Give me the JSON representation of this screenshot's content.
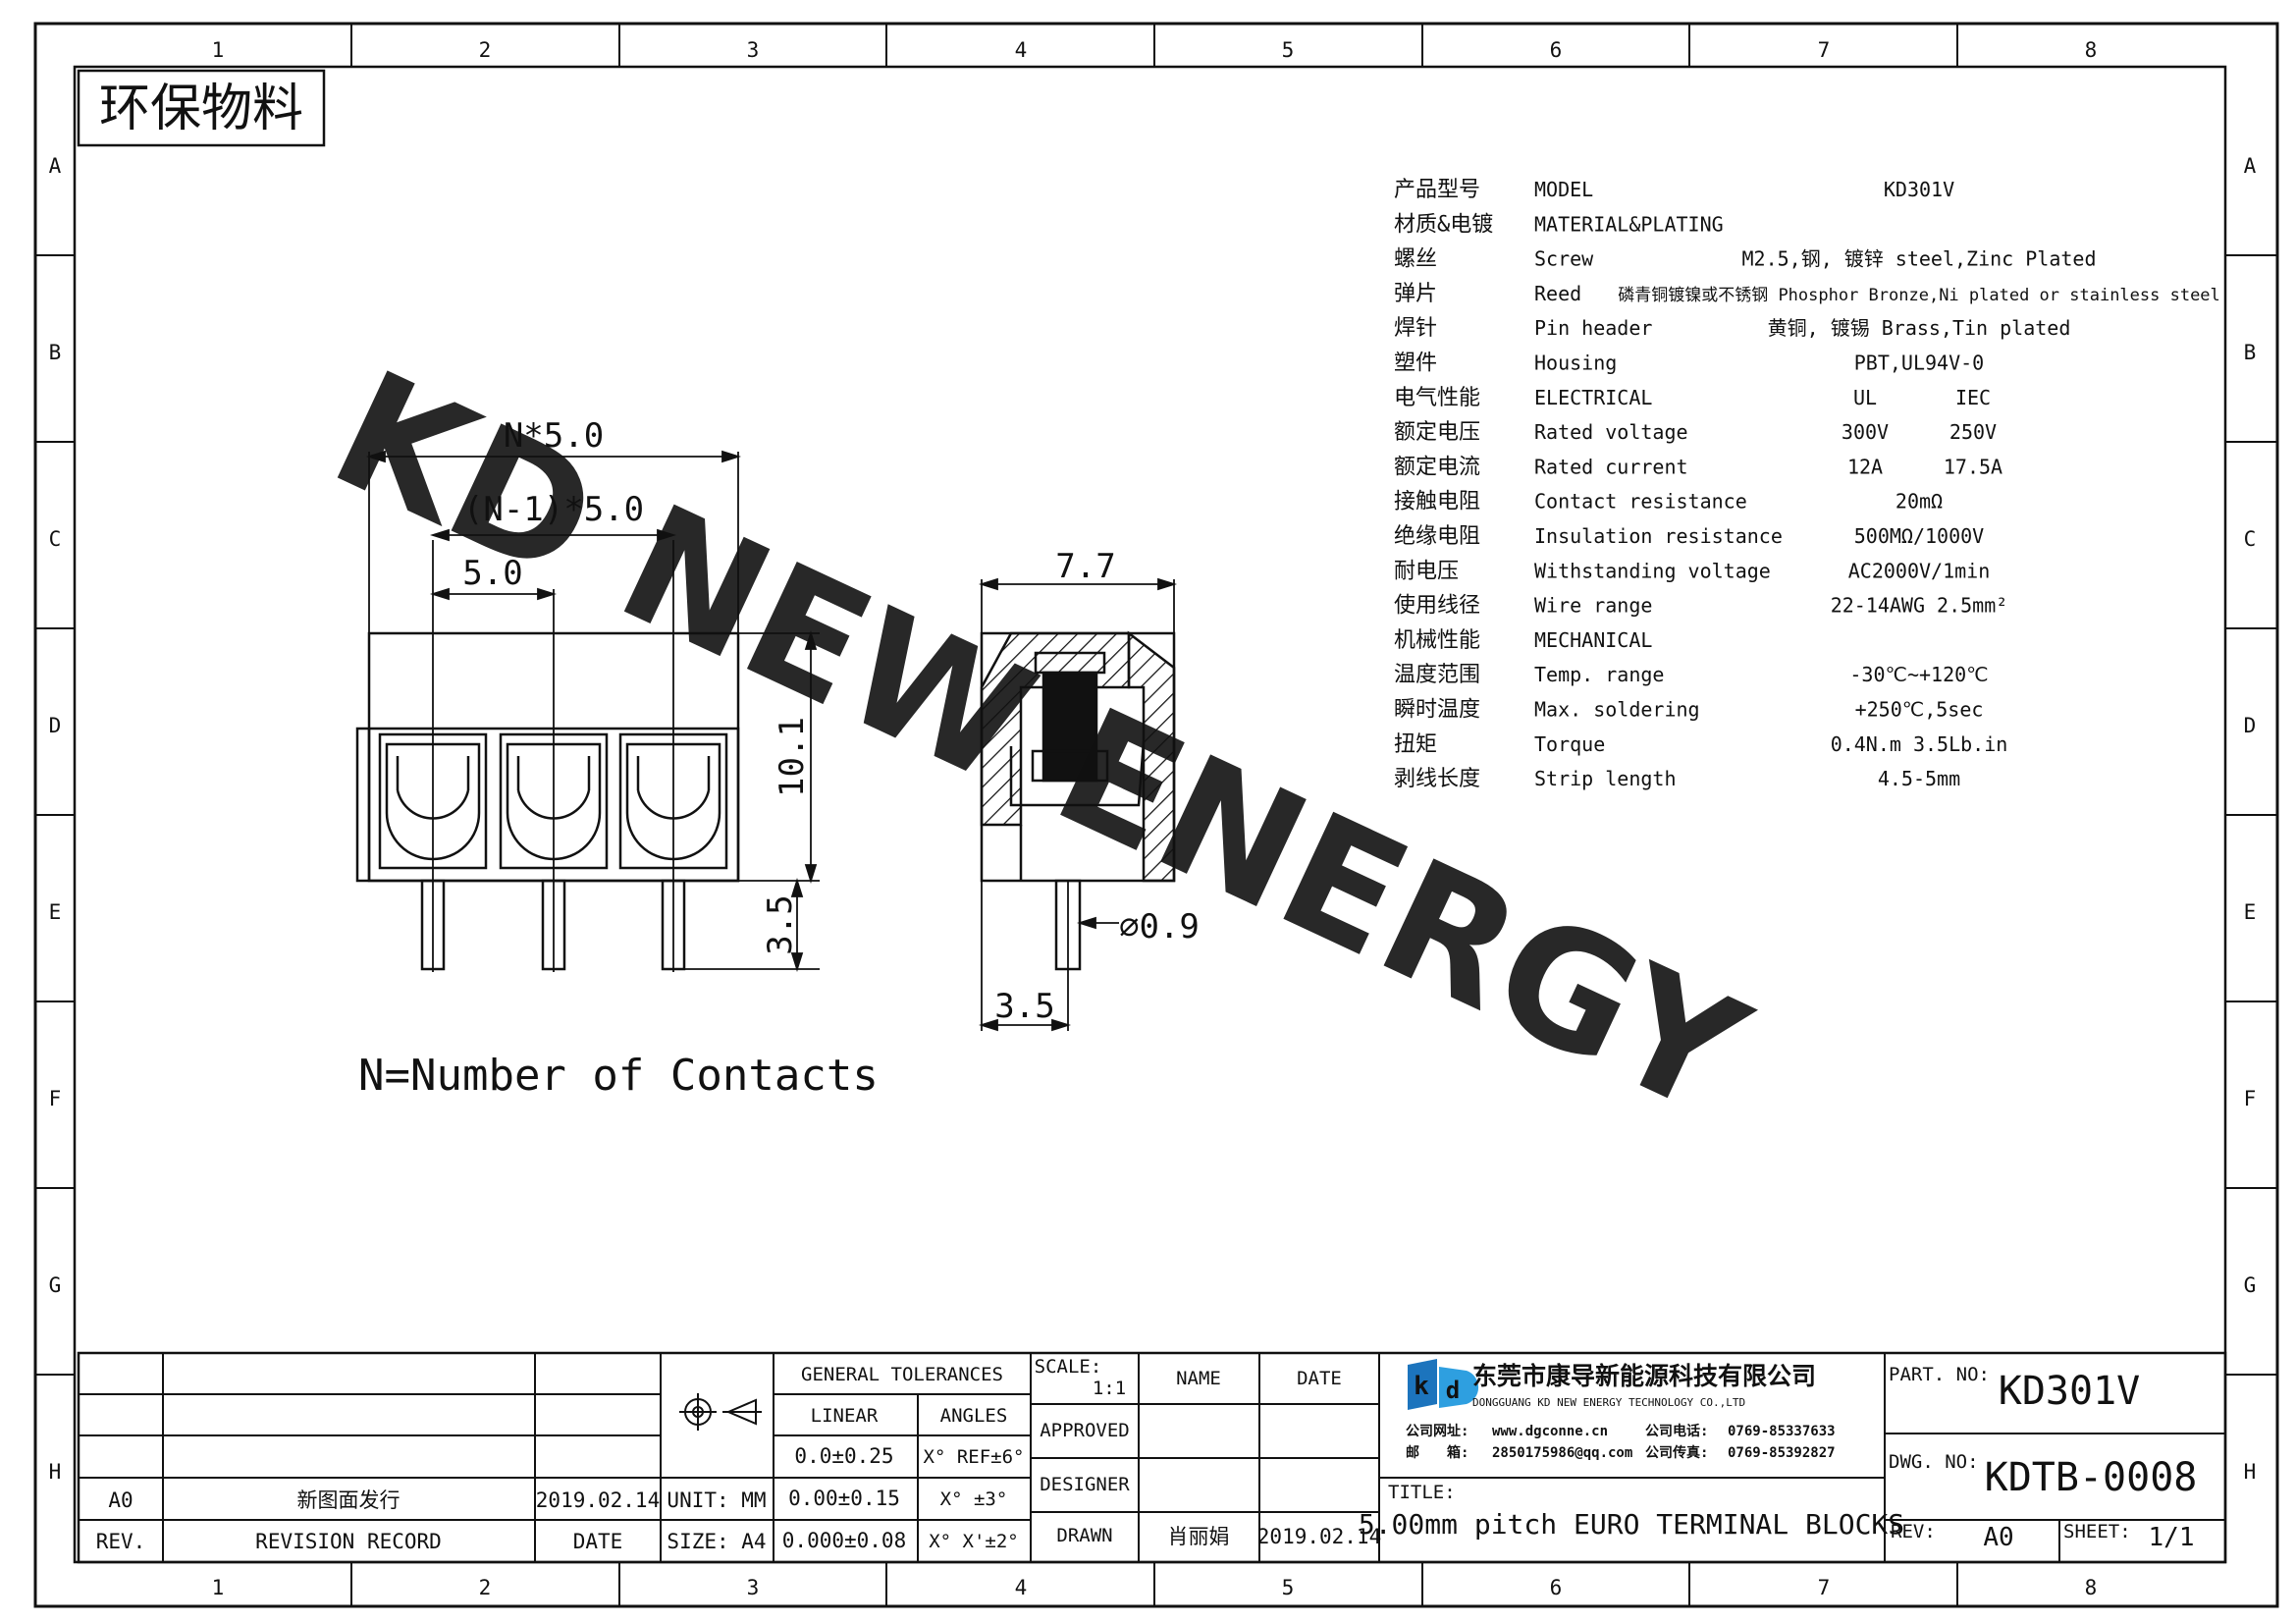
{
  "header": {
    "badge": "环保物料",
    "watermark": "KD NEW ENERGY"
  },
  "grid": {
    "columns": [
      "1",
      "2",
      "3",
      "4",
      "5",
      "6",
      "7",
      "8"
    ],
    "rows": [
      "A",
      "B",
      "C",
      "D",
      "E",
      "F",
      "G",
      "H"
    ]
  },
  "dimensions": {
    "n_pitch": "N*5.0",
    "n1_pitch": "(N-1)*5.0",
    "pitch": "5.0",
    "height": "10.1",
    "pin_len": "3.5",
    "depth": "7.7",
    "pin_dia": "⌀0.9",
    "pin_offset": "3.5"
  },
  "note": "N=Number of Contacts",
  "specs": [
    {
      "cn": "产品型号",
      "en": "MODEL",
      "val": "KD301V",
      "val2": ""
    },
    {
      "cn": "材质&电镀",
      "en": "MATERIAL&PLATING",
      "val": "",
      "val2": ""
    },
    {
      "cn": "螺丝",
      "en": "Screw",
      "val": "M2.5,钢, 镀锌 steel,Zinc Plated",
      "val2": ""
    },
    {
      "cn": "弹片",
      "en": "Reed",
      "val": "磷青铜镀镍或不锈钢 Phosphor Bronze,Ni plated or stainless steel",
      "val2": ""
    },
    {
      "cn": "焊针",
      "en": "Pin header",
      "val": "黄铜, 镀锡 Brass,Tin plated",
      "val2": ""
    },
    {
      "cn": "塑件",
      "en": "Housing",
      "val": "PBT,UL94V-0",
      "val2": ""
    },
    {
      "cn": "电气性能",
      "en": "ELECTRICAL",
      "val": "UL",
      "val2": "IEC"
    },
    {
      "cn": "额定电压",
      "en": "Rated voltage",
      "val": "300V",
      "val2": "250V"
    },
    {
      "cn": "额定电流",
      "en": "Rated current",
      "val": "12A",
      "val2": "17.5A"
    },
    {
      "cn": "接触电阻",
      "en": "Contact resistance",
      "val": "20mΩ",
      "val2": ""
    },
    {
      "cn": "绝缘电阻",
      "en": "Insulation resistance",
      "val": "500MΩ/1000V",
      "val2": ""
    },
    {
      "cn": "耐电压",
      "en": "Withstanding voltage",
      "val": "AC2000V/1min",
      "val2": ""
    },
    {
      "cn": "使用线径",
      "en": "Wire range",
      "val": "22-14AWG 2.5mm²",
      "val2": ""
    },
    {
      "cn": "机械性能",
      "en": "MECHANICAL",
      "val": "",
      "val2": ""
    },
    {
      "cn": "温度范围",
      "en": "Temp. range",
      "val": "-30℃~+120℃",
      "val2": ""
    },
    {
      "cn": "瞬时温度",
      "en": "Max. soldering",
      "val": "+250℃,5sec",
      "val2": ""
    },
    {
      "cn": "扭矩",
      "en": "Torque",
      "val": "0.4N.m 3.5Lb.in",
      "val2": ""
    },
    {
      "cn": "剥线长度",
      "en": "Strip length",
      "val": "4.5-5mm",
      "val2": ""
    }
  ],
  "title_block": {
    "revision": {
      "rev": "A0",
      "record": "新图面发行",
      "date": "2019.02.14"
    },
    "rev_header": {
      "rev": "REV.",
      "record": "REVISION RECORD",
      "date": "DATE"
    },
    "unit": "UNIT: MM",
    "size": "SIZE: A4",
    "general_tolerances": "GENERAL TOLERANCES",
    "linear": "LINEAR",
    "angles": "ANGLES",
    "tolerances": [
      {
        "linear": "0.0±0.25",
        "angle": "X° REF±6°"
      },
      {
        "linear": "0.00±0.15",
        "angle": "X° ±3°"
      },
      {
        "linear": "0.000±0.08",
        "angle": "X° X'±2°"
      }
    ],
    "scale_label": "SCALE:",
    "scale_value": "1:1",
    "name_label": "NAME",
    "date_label": "DATE",
    "approved": "APPROVED",
    "designer": "DESIGNER",
    "drawn": "DRAWN",
    "drawn_name": "肖丽娟",
    "drawn_date": "2019.02.14",
    "company_cn": "东莞市康导新能源科技有限公司",
    "company_en": "DONGGUANG KD NEW ENERGY TECHNOLOGY CO.,LTD",
    "website_label": "公司网址:",
    "website": "www.dgconne.cn",
    "phone_label": "公司电话:",
    "phone": "0769-85337633",
    "email_label": "邮　　箱:",
    "email": "2850175986@qq.com",
    "fax_label": "公司传真:",
    "fax": "0769-85392827",
    "title_label": "TITLE:",
    "title": "5.00mm pitch EURO TERMINAL BLOCKS",
    "part_no_label": "PART. NO:",
    "part_no": "KD301V",
    "dwg_no_label": "DWG. NO:",
    "dwg_no": "KDTB-0008",
    "rev_label": "REV:",
    "rev_value": "A0",
    "sheet_label": "SHEET:",
    "sheet_value": "1/1"
  },
  "colors": {
    "watermark": "#33e6f2",
    "logo_blue": "#1c74bd",
    "line": "#111111"
  }
}
